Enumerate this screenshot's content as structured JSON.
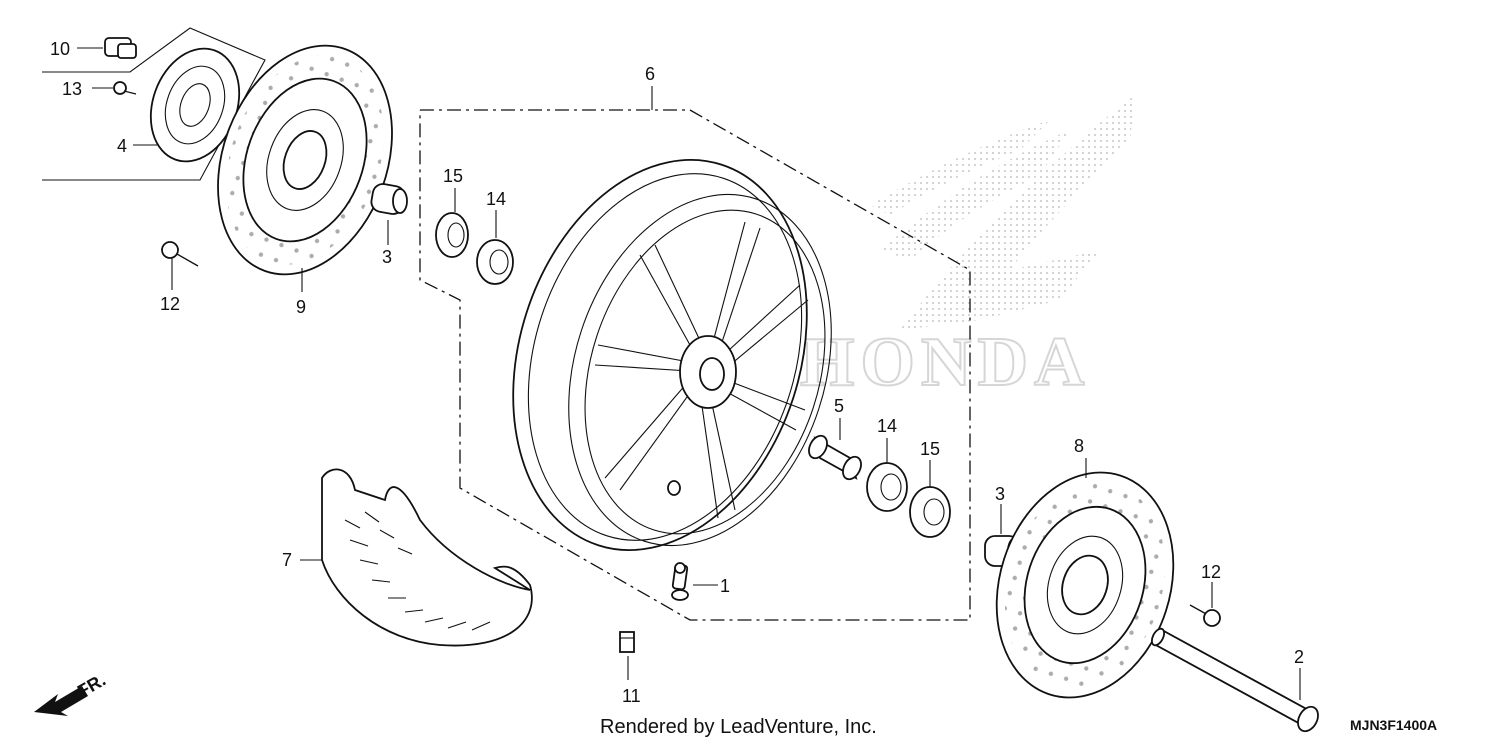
{
  "watermark": {
    "brand": "HONDA"
  },
  "callouts": [
    {
      "id": "c1",
      "text": "1"
    },
    {
      "id": "c2",
      "text": "2"
    },
    {
      "id": "c3a",
      "text": "3"
    },
    {
      "id": "c3b",
      "text": "3"
    },
    {
      "id": "c4",
      "text": "4"
    },
    {
      "id": "c5",
      "text": "5"
    },
    {
      "id": "c6",
      "text": "6"
    },
    {
      "id": "c7",
      "text": "7"
    },
    {
      "id": "c8",
      "text": "8"
    },
    {
      "id": "c9",
      "text": "9"
    },
    {
      "id": "c10",
      "text": "10"
    },
    {
      "id": "c11",
      "text": "11"
    },
    {
      "id": "c12a",
      "text": "12"
    },
    {
      "id": "c12b",
      "text": "12"
    },
    {
      "id": "c13",
      "text": "13"
    },
    {
      "id": "c14a",
      "text": "14"
    },
    {
      "id": "c14b",
      "text": "14"
    },
    {
      "id": "c15a",
      "text": "15"
    },
    {
      "id": "c15b",
      "text": "15"
    }
  ],
  "direction_label": "FR.",
  "footer": {
    "credit": "Rendered by LeadVenture, Inc.",
    "diagram_code": "MJN3F1400A"
  },
  "colors": {
    "ink": "#111111",
    "watermark": "#d6d6d6",
    "background": "#ffffff"
  }
}
